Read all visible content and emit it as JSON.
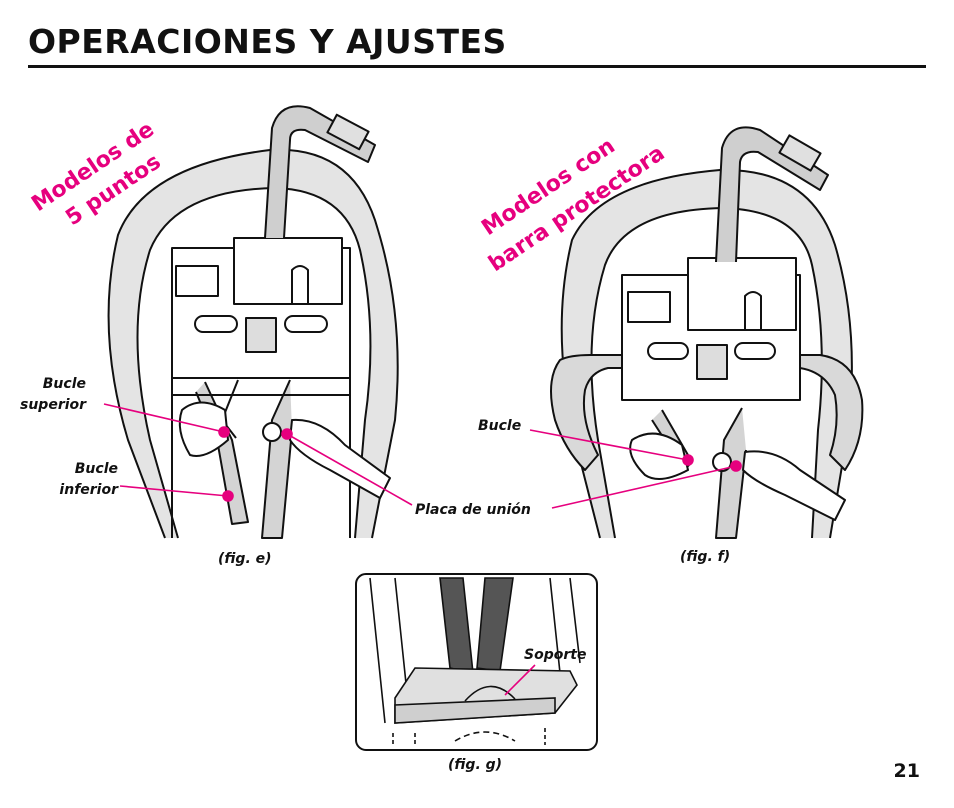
{
  "page": {
    "title": "OPERACIONES Y AJUSTES",
    "page_number": "21",
    "accent_color": "#e6007e"
  },
  "fig_e": {
    "model_label_line1": "Modelos de",
    "model_label_line2": "5 puntos",
    "callout_upper_line1": "Bucle",
    "callout_upper_line2": "superior",
    "callout_lower_line1": "Bucle",
    "callout_lower_line2": "inferior",
    "caption": "(fig. e)"
  },
  "fig_f": {
    "model_label_line1": "Modelos con",
    "model_label_line2": "barra protectora",
    "callout_loop": "Bucle",
    "caption": "(fig. f)"
  },
  "shared": {
    "callout_plate": "Placa de unión"
  },
  "fig_g": {
    "callout_support": "Soporte",
    "caption": "(fig. g)"
  }
}
